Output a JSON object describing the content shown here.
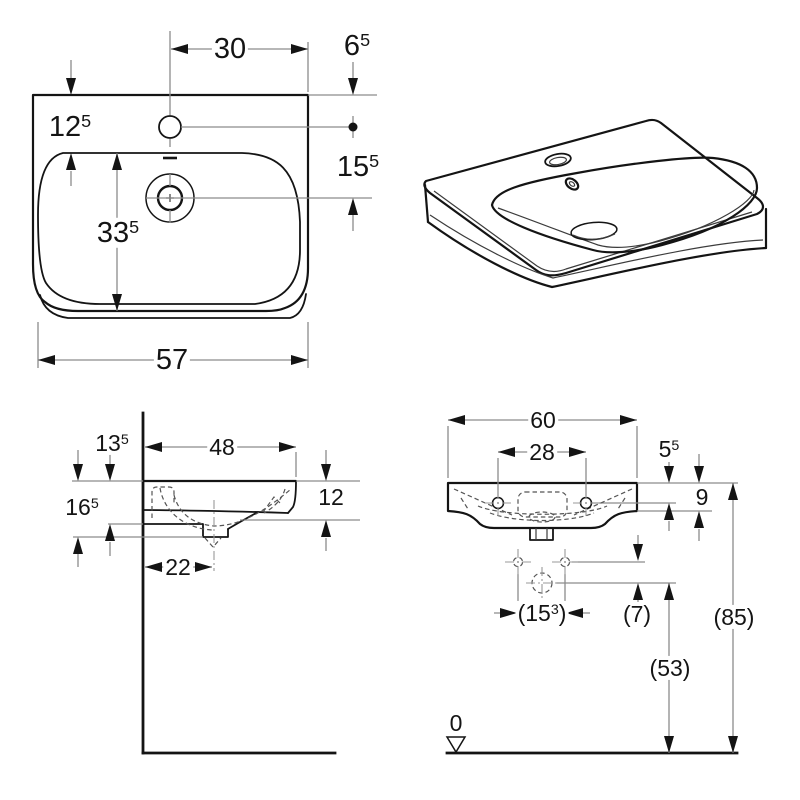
{
  "colors": {
    "ink": "#141414",
    "dim_line": "#8c8c8c",
    "background": "#ffffff"
  },
  "views": {
    "top_view": {
      "dims": {
        "d30": {
          "pre": "30"
        },
        "d65": {
          "pre": "6",
          "sup": "5"
        },
        "d125": {
          "pre": "12",
          "sup": "5"
        },
        "d155": {
          "pre": "15",
          "sup": "5"
        },
        "d335": {
          "pre": "33",
          "sup": "5"
        },
        "d57": {
          "pre": "57"
        }
      }
    },
    "side_view": {
      "dims": {
        "d135": {
          "pre": "13",
          "sup": "5"
        },
        "d48": {
          "pre": "48"
        },
        "d165": {
          "pre": "16",
          "sup": "5"
        },
        "d12": {
          "pre": "12"
        },
        "d22": {
          "pre": "22"
        }
      }
    },
    "front_view": {
      "dims": {
        "d60": {
          "pre": "60"
        },
        "d28": {
          "pre": "28"
        },
        "d55": {
          "pre": "5",
          "sup": "5"
        },
        "d9": {
          "pre": "9"
        },
        "d153": {
          "pre": "(15",
          "sup": "3",
          "post": ")"
        },
        "d7": {
          "pre": "(7)"
        },
        "d53": {
          "pre": "(53)"
        },
        "d85": {
          "pre": "(85)"
        },
        "datum": {
          "pre": "0"
        }
      }
    }
  }
}
